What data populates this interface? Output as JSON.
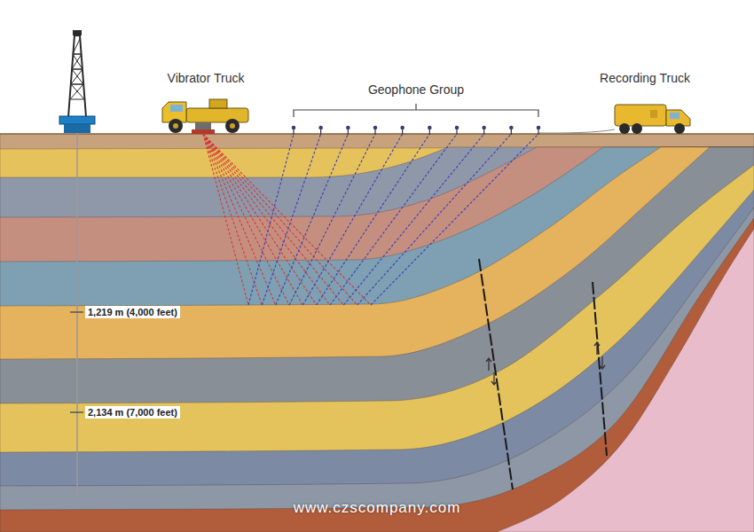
{
  "diagram": {
    "labels": [
      "Vibrator Truck",
      "Geophone Group",
      "Recording Truck",
      "1,219 m (4,000 feet)",
      "2,134 m (7,000 feet)",
      "www.czscompany.com"
    ]
  }
}
